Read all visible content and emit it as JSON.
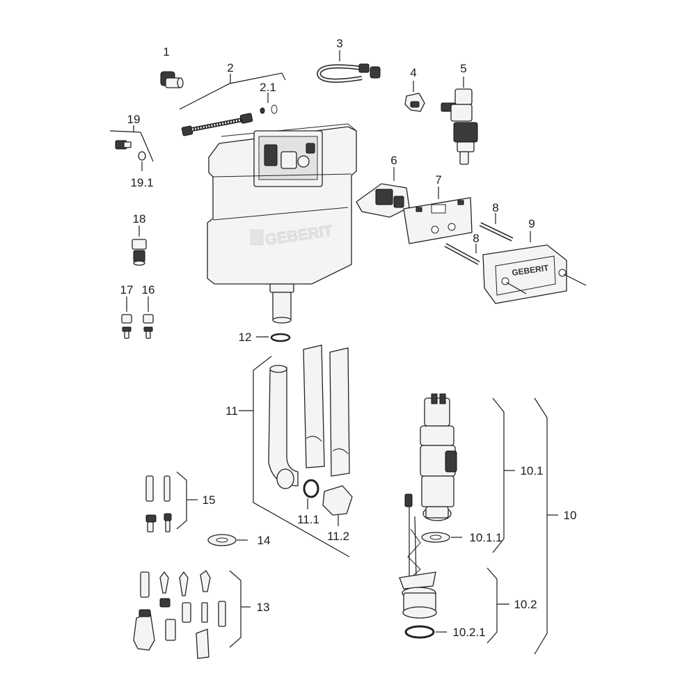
{
  "brand": "GEBERIT",
  "labels": {
    "p1": "1",
    "p2": "2",
    "p2_1": "2.1",
    "p3": "3",
    "p4": "4",
    "p5": "5",
    "p6": "6",
    "p7": "7",
    "p8a": "8",
    "p8b": "8",
    "p9": "9",
    "p10": "10",
    "p10_1": "10.1",
    "p10_1_1": "10.1.1",
    "p10_2": "10.2",
    "p10_2_1": "10.2.1",
    "p11": "11",
    "p11_1": "11.1",
    "p11_2": "11.2",
    "p12": "12",
    "p13": "13",
    "p14": "14",
    "p15": "15",
    "p16": "16",
    "p17": "17",
    "p18": "18",
    "p19": "19",
    "p19_1": "19.1"
  }
}
